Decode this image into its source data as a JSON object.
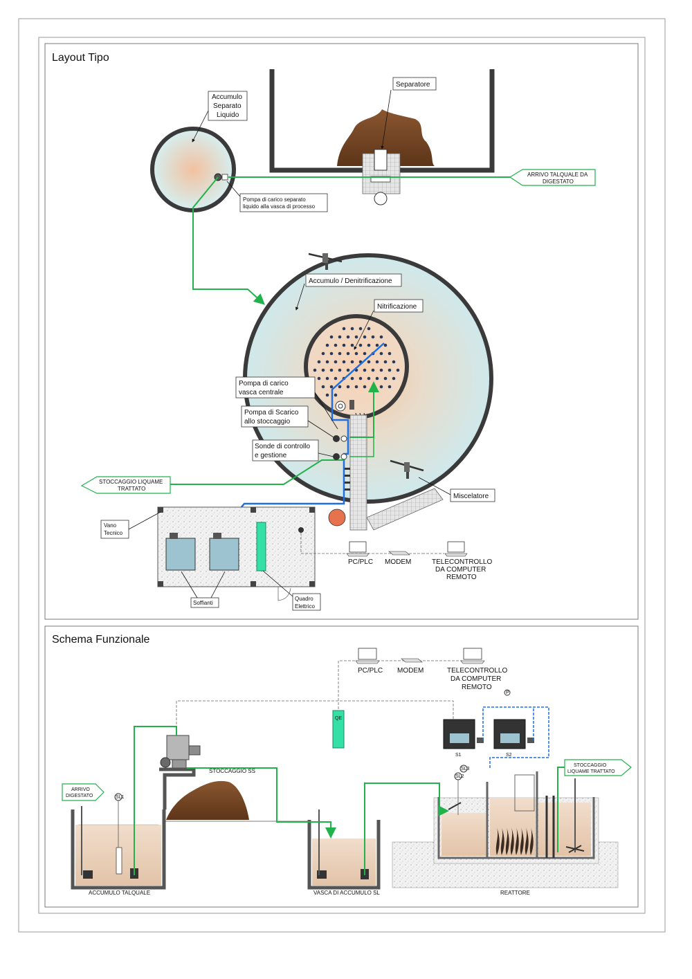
{
  "colors": {
    "pipe_green": "#22b24c",
    "pipe_blue": "#1f6fe0",
    "tank_fill": "#d9eef0",
    "tank_center": "#f2c7a6",
    "wall": "#3a3a3a",
    "solids": "#7b4a27",
    "liquid": "#ead2bf",
    "panel": "#35e0a6",
    "blower": "#9cc3cf"
  },
  "layout_tipo": {
    "title": "Layout Tipo",
    "labels": {
      "accumulo_separato": [
        "Accumulo",
        "Separato",
        "Liquido"
      ],
      "separatore": "Separatore",
      "arrivo_talquale": [
        "ARRIVO TALQUALE DA",
        "DIGESTATO"
      ],
      "pompa_carico_separato": [
        "Pompa di carico separato",
        "liquido alla vasca di processo"
      ],
      "accumulo_denitrificazione": "Accumulo / Denitrificazione",
      "nitrificazione": "Nitrificazione",
      "pompa_carico_centrale": [
        "Pompa di carico",
        "vasca centrale"
      ],
      "pompa_scarico": [
        "Pompa di Scarico",
        "allo stoccaggio"
      ],
      "sonde": [
        "Sonde di controllo",
        "e gestione"
      ],
      "stoccaggio_liquame": [
        "STOCCAGGIO LIQUAME",
        "TRATTATO"
      ],
      "miscelatore": "Miscelatore",
      "vano_tecnico": [
        "Vano",
        "Tecnico"
      ],
      "soffianti": "Soffianti",
      "quadro_elettrico": [
        "Quadro",
        "Elettrico"
      ],
      "pc_plc": "PC/PLC",
      "modem": "MODEM",
      "telecontrollo": [
        "TELECONTROLLO",
        "DA COMPUTER",
        "REMOTO"
      ]
    }
  },
  "schema_funzionale": {
    "title": "Schema Funzionale",
    "labels": {
      "pc_plc": "PC/PLC",
      "modem": "MODEM",
      "telecontrollo": [
        "TELECONTROLLO",
        "DA COMPUTER",
        "REMOTO"
      ],
      "qe": "QE",
      "s1": "S1",
      "s2": "S2",
      "p": "P",
      "arrivo_digestato": [
        "ARRIVO",
        "DIGESTATO"
      ],
      "stoccaggio_ss": "STOCCAGGIO SS",
      "stoccaggio_liquame": [
        "STOCCAGGIO",
        "LIQUAME TRATTATO"
      ],
      "sl1": "SL1",
      "sl2": "SL2",
      "sl3": "SL3",
      "accumulo_talquale": "ACCUMULO TALQUALE",
      "vasca_accumulo_sl": "VASCA DI ACCUMULO SL",
      "reattore": "REATTORE"
    }
  }
}
